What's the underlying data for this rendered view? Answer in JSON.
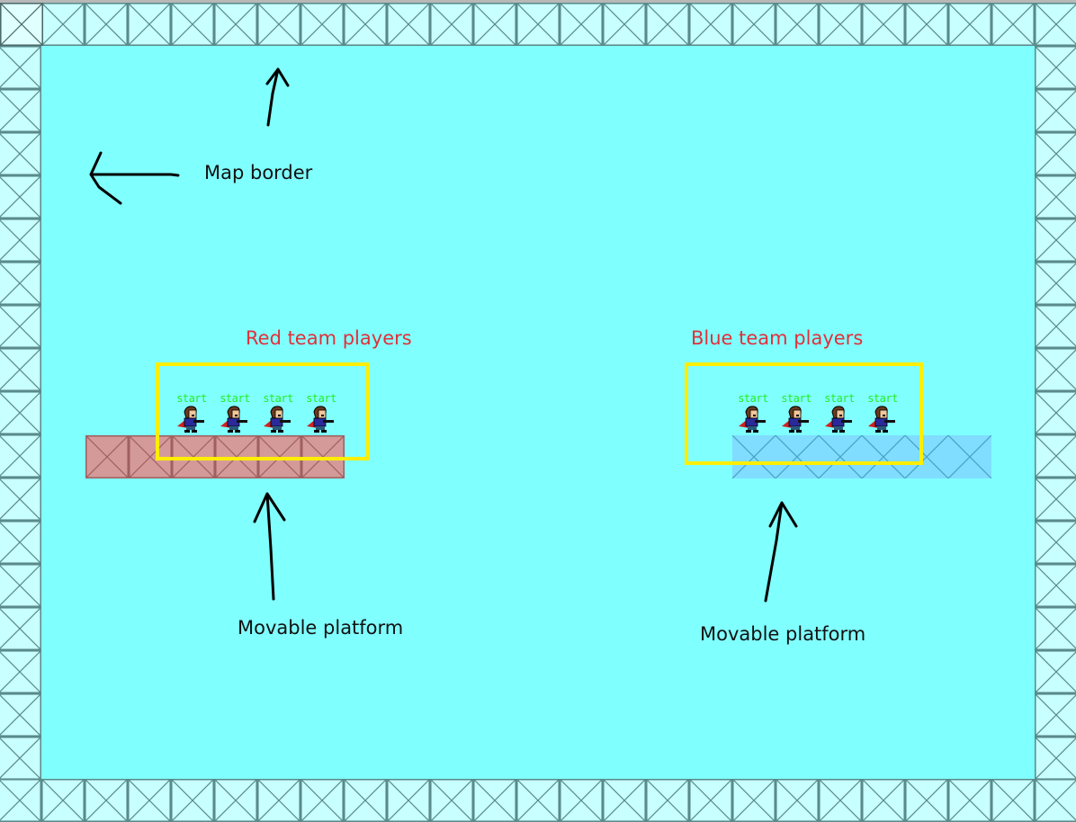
{
  "scene": {
    "background_color": "#80ffff",
    "border_tile_color": "#c8ffff",
    "border_line_color": "#5a8a8a"
  },
  "annotations": {
    "map_border_label": "Map border",
    "red_team_label": "Red team players",
    "blue_team_label": "Blue team players",
    "red_platform_label": "Movable platform",
    "blue_platform_label": "Movable platform"
  },
  "red_team": {
    "highlight_color": "#ffee00",
    "platform_color": "#d49a9a",
    "platform_tiles": 6,
    "players": [
      {
        "tag": "start"
      },
      {
        "tag": "start"
      },
      {
        "tag": "start"
      },
      {
        "tag": "start"
      }
    ]
  },
  "blue_team": {
    "highlight_color": "#ffee00",
    "platform_color": "#80ddff",
    "platform_tiles": 6,
    "players": [
      {
        "tag": "start"
      },
      {
        "tag": "start"
      },
      {
        "tag": "start"
      },
      {
        "tag": "start"
      }
    ]
  }
}
